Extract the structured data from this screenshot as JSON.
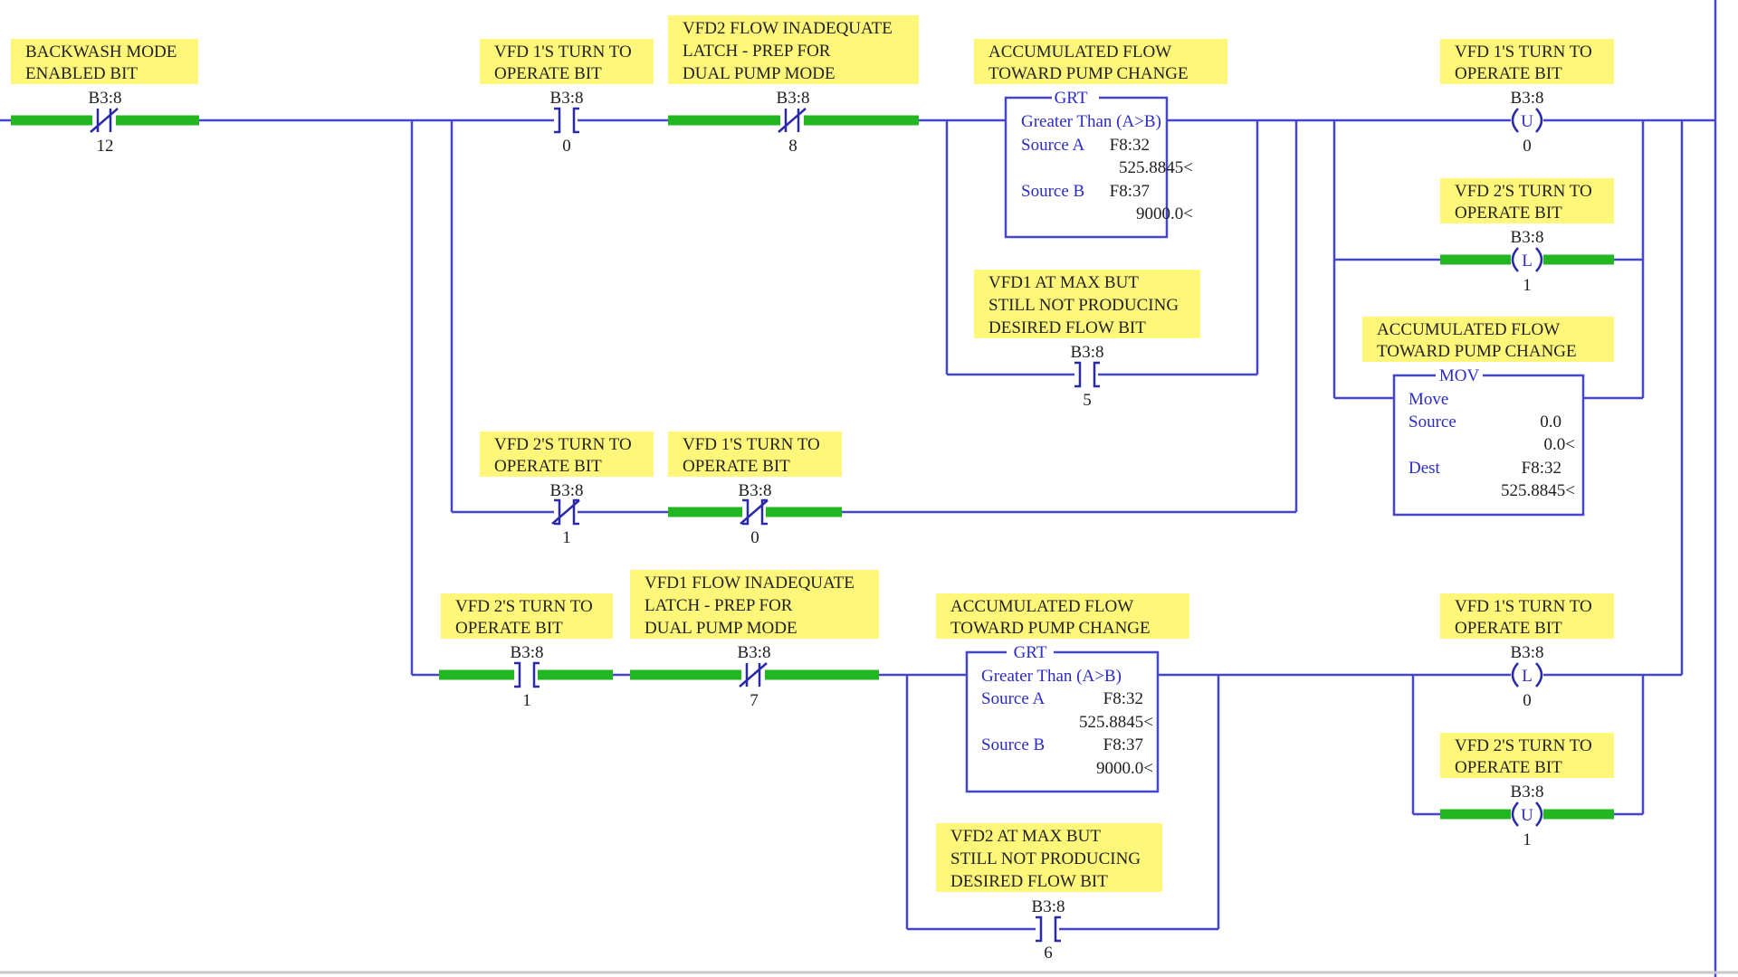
{
  "colors": {
    "wire": "#4646cc",
    "energized": "#22b722",
    "label_bg": "#fff77a",
    "instruction_text": "#2b2bc8"
  },
  "rung1": {
    "contacts": [
      {
        "kind": "xio",
        "energized": true,
        "desc": [
          "BACKWASH MODE",
          "ENABLED BIT"
        ],
        "addr": "B3:8",
        "bit": "12"
      },
      {
        "kind": "xic",
        "energized": false,
        "desc": [
          "VFD 1'S TURN TO",
          "OPERATE BIT"
        ],
        "addr": "B3:8",
        "bit": "0"
      },
      {
        "kind": "xio",
        "energized": true,
        "desc": [
          "VFD2 FLOW INADEQUATE",
          "LATCH - PREP FOR",
          "DUAL PUMP MODE"
        ],
        "addr": "B3:8",
        "bit": "8"
      },
      {
        "kind": "xic",
        "energized": false,
        "desc": [
          "VFD1 AT MAX BUT",
          "STILL NOT PRODUCING",
          "DESIRED FLOW BIT"
        ],
        "addr": "B3:8",
        "bit": "5"
      },
      {
        "kind": "xio",
        "energized": false,
        "desc": [
          "VFD 2'S TURN TO",
          "OPERATE BIT"
        ],
        "addr": "B3:8",
        "bit": "1"
      },
      {
        "kind": "xio",
        "energized": true,
        "desc": [
          "VFD 1'S TURN TO",
          "OPERATE BIT"
        ],
        "addr": "B3:8",
        "bit": "0"
      }
    ],
    "grt": {
      "desc": [
        "ACCUMULATED FLOW",
        "TOWARD PUMP CHANGE"
      ],
      "name": "GRT",
      "title": "Greater Than (A>B)",
      "source_a_label": "Source A",
      "source_a_addr": "F8:32",
      "source_a_value": "525.8845<",
      "source_b_label": "Source B",
      "source_b_addr": "F8:37",
      "source_b_value": "9000.0<"
    },
    "coils": [
      {
        "kind": "otu",
        "energized": false,
        "desc": [
          "VFD 1'S TURN TO",
          "OPERATE BIT"
        ],
        "addr": "B3:8",
        "bit": "0",
        "glyph": "U"
      },
      {
        "kind": "otl",
        "energized": true,
        "desc": [
          "VFD 2'S TURN TO",
          "OPERATE BIT"
        ],
        "addr": "B3:8",
        "bit": "1",
        "glyph": "L"
      }
    ],
    "mov": {
      "desc": [
        "ACCUMULATED FLOW",
        "TOWARD PUMP CHANGE"
      ],
      "name": "MOV",
      "title": "Move",
      "source_label": "Source",
      "source_value": "0.0",
      "source_live": "0.0<",
      "dest_label": "Dest",
      "dest_addr": "F8:32",
      "dest_value": "525.8845<"
    }
  },
  "rung2": {
    "contacts": [
      {
        "kind": "xic",
        "energized": true,
        "desc": [
          "VFD 2'S TURN TO",
          "OPERATE BIT"
        ],
        "addr": "B3:8",
        "bit": "1"
      },
      {
        "kind": "xio",
        "energized": true,
        "desc": [
          "VFD1 FLOW INADEQUATE",
          "LATCH - PREP FOR",
          "DUAL PUMP MODE"
        ],
        "addr": "B3:8",
        "bit": "7"
      },
      {
        "kind": "xic",
        "energized": false,
        "desc": [
          "VFD2 AT MAX BUT",
          "STILL NOT PRODUCING",
          "DESIRED FLOW BIT"
        ],
        "addr": "B3:8",
        "bit": "6"
      }
    ],
    "grt": {
      "desc": [
        "ACCUMULATED FLOW",
        "TOWARD PUMP CHANGE"
      ],
      "name": "GRT",
      "title": "Greater Than (A>B)",
      "source_a_label": "Source A",
      "source_a_addr": "F8:32",
      "source_a_value": "525.8845<",
      "source_b_label": "Source B",
      "source_b_addr": "F8:37",
      "source_b_value": "9000.0<"
    },
    "coils": [
      {
        "kind": "otl",
        "energized": false,
        "desc": [
          "VFD 1'S TURN TO",
          "OPERATE BIT"
        ],
        "addr": "B3:8",
        "bit": "0",
        "glyph": "L"
      },
      {
        "kind": "otu",
        "energized": true,
        "desc": [
          "VFD 2'S TURN TO",
          "OPERATE BIT"
        ],
        "addr": "B3:8",
        "bit": "1",
        "glyph": "U"
      }
    ]
  }
}
